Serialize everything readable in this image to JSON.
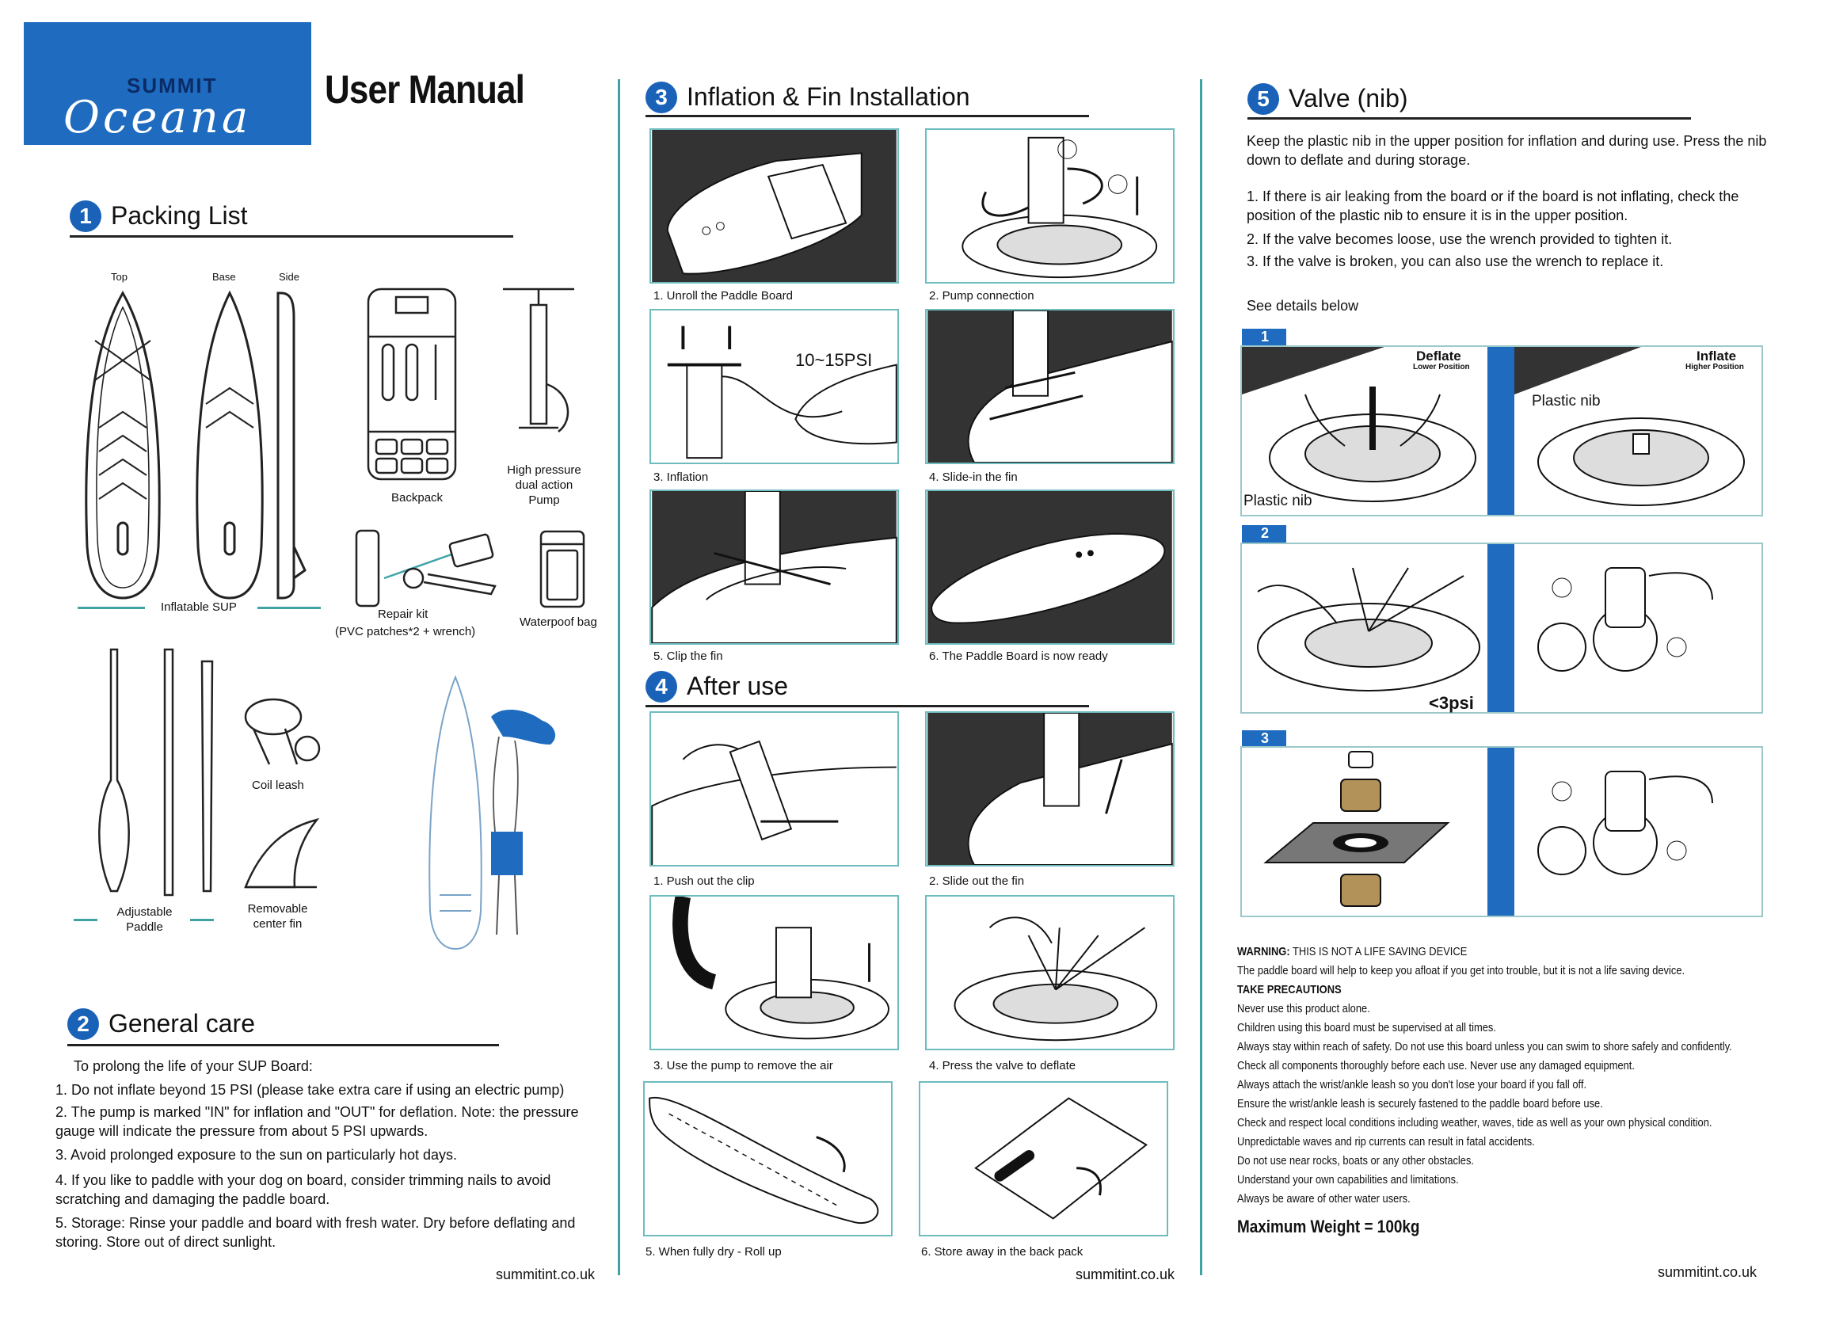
{
  "brand": {
    "name": "SUMMIT",
    "script": "Oceana"
  },
  "title": "User Manual",
  "colors": {
    "brand_blue": "#1e6bbf",
    "teal": "#3fa3a6"
  },
  "packing": {
    "num": "1",
    "heading": "Packing List",
    "views": {
      "top": "Top",
      "base": "Base",
      "side": "Side"
    },
    "items": {
      "sup": "Inflatable SUP",
      "backpack": "Backpack",
      "pump": "High pressure dual action Pump",
      "repair": "Repair kit",
      "repair_sub": "(PVC patches*2 + wrench)",
      "waterproof": "Waterpoof bag",
      "coil": "Coil leash",
      "paddle": "Adjustable Paddle",
      "fin": "Removable center fin"
    }
  },
  "care": {
    "num": "2",
    "heading": "General care",
    "intro": "To prolong the life of your SUP Board:",
    "items": [
      "1.  Do not inflate beyond 15 PSI (please take extra care if using an electric pump)",
      "2.  The pump is marked \"IN\" for inflation and \"OUT\" for deflation. Note: the pressure gauge will indicate the pressure from about 5 PSI upwards.",
      "3.  Avoid prolonged exposure to the sun on particularly hot days.",
      "4.  If you like to paddle with your dog on board, consider trimming nails to avoid scratching and damaging the paddle board.",
      "5.  Storage: Rinse your paddle and board with fresh water. Dry before deflating and storing. Store out of direct sunlight."
    ]
  },
  "inflation": {
    "num": "3",
    "heading": "Inflation & Fin Installation",
    "psi_label": "10~15PSI",
    "steps": [
      "1. Unroll the Paddle Board",
      "2. Pump connection",
      "3. Inflation",
      "4. Slide-in the fin",
      "5. Clip the fin",
      "6. The Paddle Board is now ready"
    ]
  },
  "after": {
    "num": "4",
    "heading": "After use",
    "steps": [
      "1. Push out the clip",
      "2. Slide out the fin",
      "3. Use the pump to remove the air",
      "4. Press the valve to deflate",
      "5. When fully dry - Roll up",
      "6. Store away in the back pack"
    ]
  },
  "valve": {
    "num": "5",
    "heading": "Valve (nib)",
    "intro": "Keep the plastic nib in the upper position for inflation and during use.  Press the nib down to deflate and during storage.",
    "items": [
      "1.  If there is air leaking from the board or if the board is not inflating, check the position of the plastic nib to ensure it is in the upper position.",
      "2.  If the valve becomes loose, use the wrench provided to tighten it.",
      "3.  If the valve is broken, you can also use the wrench to replace it."
    ],
    "see": "See details below",
    "rows": [
      "1",
      "2",
      "3"
    ],
    "deflate": "Deflate",
    "deflate_sub": "Lower Position",
    "inflate": "Inflate",
    "inflate_sub": "Higher Position",
    "nib": "Plastic nib",
    "psi": "<3psi"
  },
  "warning": {
    "title": "WARNING:",
    "title_rest": " THIS IS NOT A LIFE SAVING DEVICE",
    "line1": "The paddle board will help to keep you afloat if you get into trouble, but it is not a life saving device.",
    "precautions": "TAKE PRECAUTIONS",
    "lines": [
      "Never use this product alone.",
      "Children using this board must be supervised at all times.",
      "Always stay within reach of safety. Do not use this board unless you can swim to shore safely and confidently.",
      "Check all components thoroughly before each use. Never use any damaged equipment.",
      "Always attach the wrist/ankle leash so you don't lose your board if you fall off.",
      "Ensure the wrist/ankle leash is securely fastened to the paddle board before use.",
      "Check and respect local conditions including weather, waves, tide as well as your own physical condition.",
      "Unpredictable waves and rip currents can result in fatal accidents.",
      "Do not use near rocks, boats or any other obstacles.",
      "Understand your own capabilities and limitations.",
      "Always be aware of other water users."
    ],
    "max_weight": "Maximum Weight = 100kg"
  },
  "footer": {
    "url": "summitint.co.uk"
  }
}
